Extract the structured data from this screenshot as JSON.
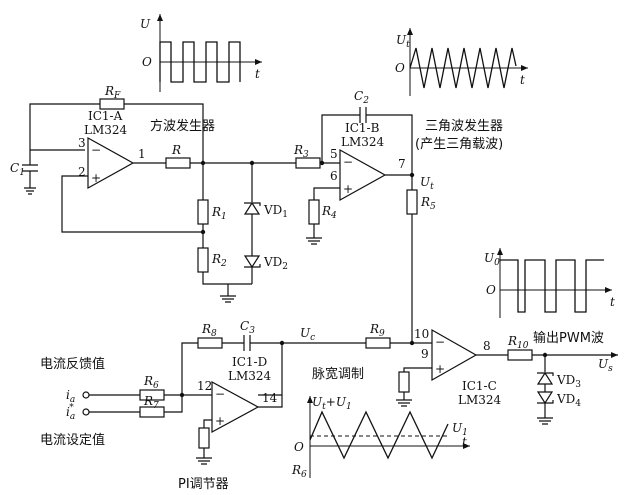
{
  "labels": {
    "sq_gen": "方波发生器",
    "tri_gen_1": "三角波发生器",
    "tri_gen_2": "(产生三角载波)",
    "current_feedback": "电流反馈值",
    "current_setpoint": "电流设定值",
    "pulse_mod": "脉宽调制",
    "output_pwm": "输出PWM波",
    "pi_regulator": "PI调节器"
  },
  "opamps": {
    "a": {
      "name": "IC1-A",
      "part": "LM324"
    },
    "b": {
      "name": "IC1-B",
      "part": "LM324"
    },
    "c": {
      "name": "IC1-C",
      "part": "LM324"
    },
    "d": {
      "name": "IC1-D",
      "part": "LM324"
    }
  },
  "components": {
    "RF": "R",
    "RF_sub": "F",
    "C1": "C",
    "C1_sub": "1",
    "R": "R",
    "R1": "R",
    "R1_sub": "1",
    "R2": "R",
    "R2_sub": "2",
    "VD1": "VD",
    "VD1_sub": "1",
    "VD2": "VD",
    "VD2_sub": "2",
    "R3": "R",
    "R3_sub": "3",
    "C2": "C",
    "C2_sub": "2",
    "R4": "R",
    "R4_sub": "4",
    "R5": "R",
    "R5_sub": "5",
    "R8": "R",
    "R8_sub": "8",
    "C3": "C",
    "C3_sub": "3",
    "R9": "R",
    "R9_sub": "9",
    "R6": "R",
    "R6_sub": "6",
    "R7": "R",
    "R7_sub": "7",
    "R10": "R",
    "R10_sub": "10",
    "VD3": "VD",
    "VD3_sub": "3",
    "VD4": "VD",
    "VD4_sub": "4",
    "R6_bottom": "R",
    "R6_bottom_sub": "6"
  },
  "pins": {
    "p1": "1",
    "p2": "2",
    "p3": "3",
    "p5": "5",
    "p6": "6",
    "p7": "7",
    "p8": "8",
    "p9": "9",
    "p10": "10",
    "p12": "12",
    "p14": "14"
  },
  "signals": {
    "Ut": "U",
    "Ut_sub": "t",
    "Uc": "U",
    "Uc_sub": "c",
    "Us": "U",
    "Us_sub": "s",
    "ia": "i",
    "ia_sub": "a",
    "ia_star": "i",
    "ia_star_sub": "a",
    "ia_star_sup": "*"
  },
  "waveforms": {
    "square": {
      "y_label": "U",
      "origin": "O",
      "x_label": "t"
    },
    "triangle": {
      "y_label": "U",
      "y_label_sub": "t",
      "origin": "O",
      "x_label": "t"
    },
    "pwm": {
      "y_label": "U",
      "y_label_sub": "0",
      "origin": "O",
      "x_label": "t"
    },
    "modulation": {
      "y_label_a": "U",
      "y_label_a_sub": "t",
      "y_label_plus": "+",
      "y_label_b": "U",
      "y_label_b_sub": "1",
      "origin": "O",
      "x_label": "t",
      "level_label": "U",
      "level_label_sub": "1"
    }
  },
  "polarity": {
    "minus": "−",
    "plus": "+"
  }
}
